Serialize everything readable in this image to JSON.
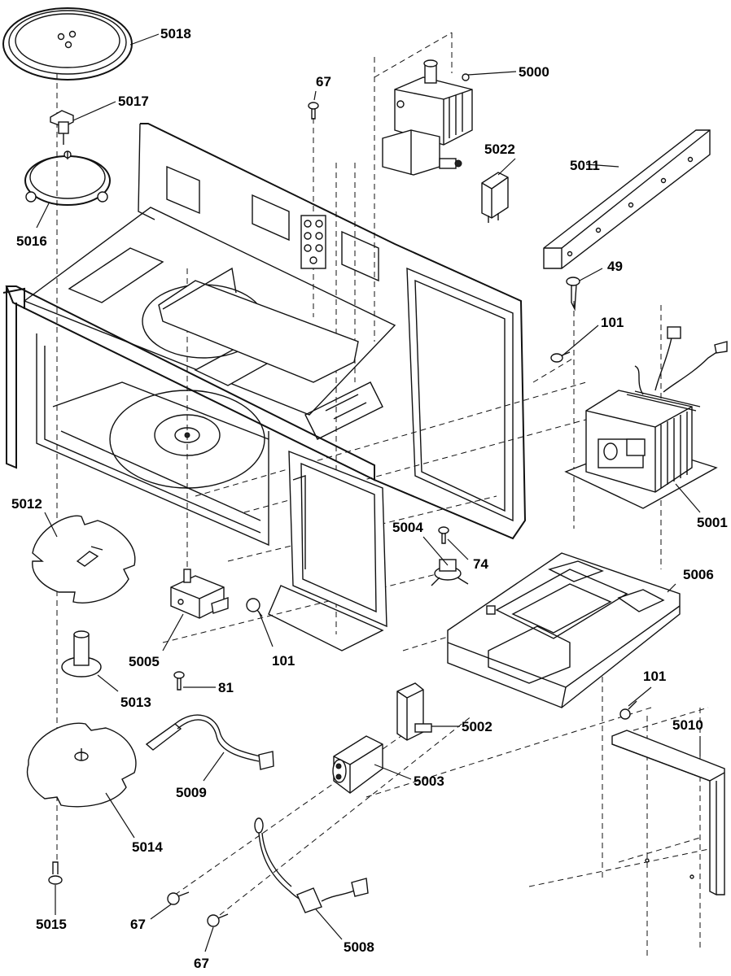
{
  "labels": {
    "p5018": "5018",
    "p5017": "5017",
    "p5016": "5016",
    "p67_top": "67",
    "p5000": "5000",
    "p5022": "5022",
    "p5011": "5011",
    "p49": "49",
    "p101_right": "101",
    "p5001": "5001",
    "p5012": "5012",
    "p5004": "5004",
    "p74": "74",
    "p5006": "5006",
    "p5005": "5005",
    "p101_mid": "101",
    "p81": "81",
    "p5013": "5013",
    "p101_low": "101",
    "p5002": "5002",
    "p5010": "5010",
    "p5009": "5009",
    "p5003": "5003",
    "p5014": "5014",
    "p5015": "5015",
    "p67_left": "67",
    "p67_bottom": "67",
    "p5008": "5008"
  }
}
